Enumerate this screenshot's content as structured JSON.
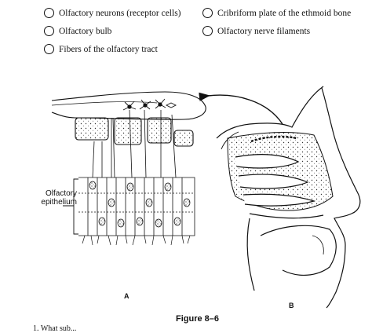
{
  "legend": {
    "items": [
      {
        "label": "Olfactory neurons (receptor cells)"
      },
      {
        "label": "Olfactory bulb"
      },
      {
        "label": "Fibers of the olfactory tract"
      },
      {
        "label": "Cribriform plate of the ethmoid bone"
      },
      {
        "label": "Olfactory nerve filaments"
      }
    ]
  },
  "diagram": {
    "epithelium_label": "Olfactory\nepithelium",
    "panel_a": "A",
    "panel_b": "B",
    "figure_title": "Figure 8–6",
    "question_stub": "1. What sub..."
  }
}
